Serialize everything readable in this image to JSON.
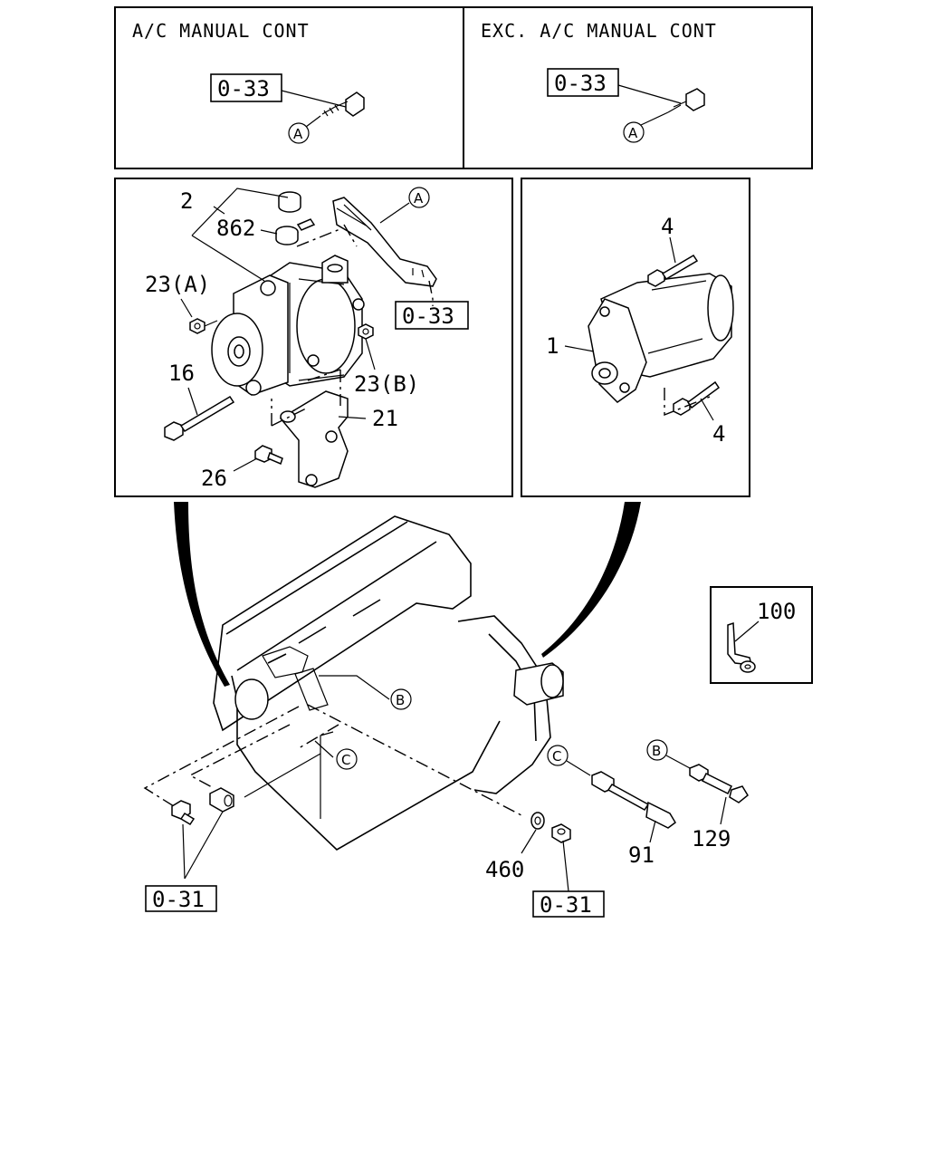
{
  "panels": {
    "ac_manual": {
      "title": "A/C MANUAL CONT",
      "ref": "0-33",
      "marker": "A"
    },
    "exc_ac_manual": {
      "title": "EXC. A/C MANUAL CONT",
      "ref": "0-33",
      "marker": "A"
    }
  },
  "compressor_panel": {
    "labels": {
      "p2": "2",
      "p862": "862",
      "p23a": "23(A)",
      "p16": "16",
      "p23b": "23(B)",
      "p21": "21",
      "p26": "26",
      "ref": "0-33",
      "marker": "A"
    }
  },
  "starter_panel": {
    "labels": {
      "p1": "1",
      "p4_top": "4",
      "p4_bottom": "4"
    }
  },
  "clip_panel": {
    "label": "100"
  },
  "engine": {
    "markers": {
      "b": "B",
      "c": "C"
    },
    "labels": {
      "p460": "460",
      "p91": "91",
      "p129": "129",
      "ref_left": "0-31",
      "ref_right": "0-31"
    },
    "sensor_markers": {
      "c": "C",
      "b": "B"
    }
  }
}
